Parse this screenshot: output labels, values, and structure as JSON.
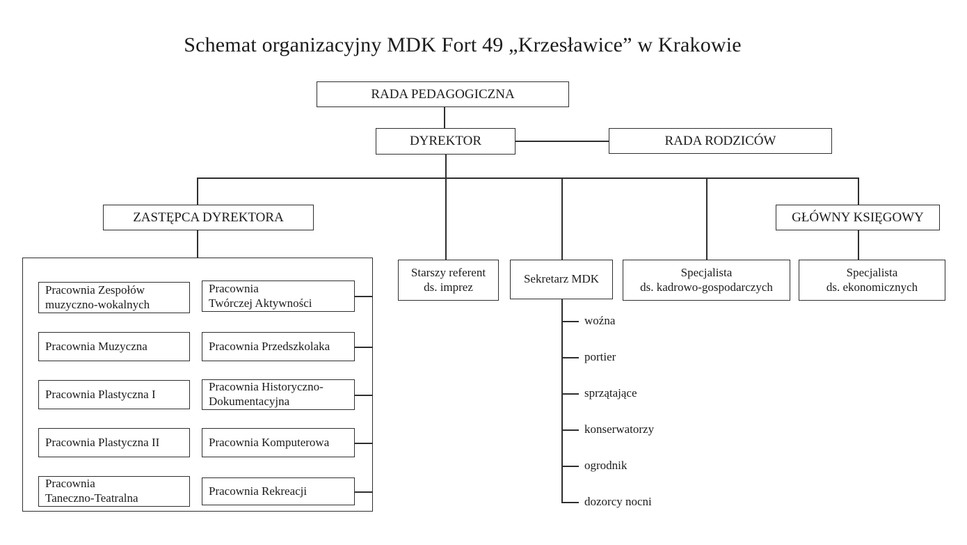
{
  "title": "Schemat organizacyjny MDK Fort 49 „Krzesławice” w Krakowie",
  "nodes": {
    "rada_pedagogiczna": "RADA PEDAGOGICZNA",
    "dyrektor": "DYREKTOR",
    "rada_rodzicow": "RADA RODZICÓW",
    "zastepca_dyrektora": "ZASTĘPCA DYREKTORA",
    "glowny_ksiegowy": "GŁÓWNY KSIĘGOWY",
    "starszy_referent": "Starszy referent\nds. imprez",
    "sekretarz_mdk": "Sekretarz MDK",
    "spec_kadrowo": "Specjalista\nds. kadrowo-gospodarczych",
    "spec_ekonomiczny": "Specjalista\nds. ekonomicznych"
  },
  "pracownie_left": [
    "Pracownia Zespołów\nmuzyczno-wokalnych",
    "Pracownia Muzyczna",
    "Pracownia Plastyczna I",
    "Pracownia Plastyczna II",
    "Pracownia\nTaneczno-Teatralna"
  ],
  "pracownie_right": [
    "Pracownia\nTwórczej Aktywności",
    "Pracownia Przedszkolaka",
    "Pracownia Historyczno-\nDokumentacyjna",
    "Pracownia Komputerowa",
    "Pracownia Rekreacji"
  ],
  "staff": [
    "woźna",
    "portier",
    "sprzątające",
    "konserwatorzy",
    "ogrodnik",
    "dozorcy nocni"
  ]
}
